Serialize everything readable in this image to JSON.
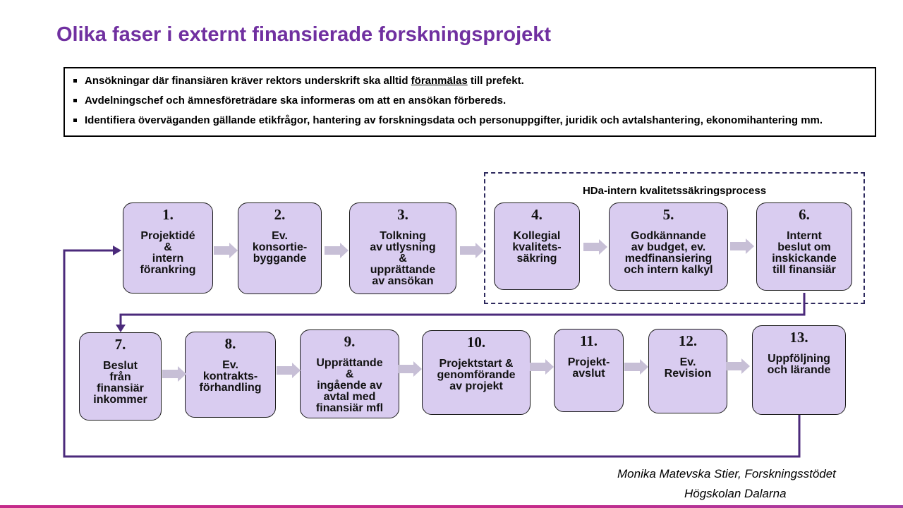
{
  "title": "Olika faser i externt finansierade forskningsprojekt",
  "info": {
    "bullet1_before": "Ansökningar där finansiären kräver rektors underskrift ska alltid ",
    "bullet1_underlined": "föranmälas",
    "bullet1_after": " till prefekt.",
    "bullet2": "Avdelningschef och ämnesföreträdare ska informeras om att en ansökan förbereds.",
    "bullet3": "Identifiera överväganden gällande etikfrågor, hantering av forskningsdata och personuppgifter, juridik och avtalshantering, ekonomihantering mm."
  },
  "group_label": "HDa-intern kvalitetssäkringsprocess",
  "steps": [
    {
      "num": "1.",
      "label": "Projektidé\n&\nintern\nförankring"
    },
    {
      "num": "2.",
      "label": "Ev.\nkonsortie-\nbyggande"
    },
    {
      "num": "3.",
      "label": "Tolkning\nav utlysning\n&\nupprättande\nav ansökan"
    },
    {
      "num": "4.",
      "label": "Kollegial\nkvalitets-\nsäkring"
    },
    {
      "num": "5.",
      "label": "Godkännande\nav budget, ev.\nmedfinansiering\noch intern kalkyl"
    },
    {
      "num": "6.",
      "label": "Internt\nbeslut om\ninskickande\ntill finansiär"
    },
    {
      "num": "7.",
      "label": "Beslut\nfrån\nfinansiär\ninkommer"
    },
    {
      "num": "8.",
      "label": "Ev.\nkontrakts-\nförhandling"
    },
    {
      "num": "9.",
      "label": "Upprättande\n&\ningående av\navtal med\nfinansiär mfl"
    },
    {
      "num": "10.",
      "label": "Projektstart &\ngenomförande\nav projekt"
    },
    {
      "num": "11.",
      "label": "Projekt-\navslut"
    },
    {
      "num": "12.",
      "label": "Ev.\nRevision"
    },
    {
      "num": "13.",
      "label": "Uppföljning\noch lärande"
    }
  ],
  "credit": {
    "line1": "Monika Matevska Stier, Forskningsstödet",
    "line2": "Högskolan Dalarna"
  },
  "colors": {
    "title": "#7030a0",
    "box_fill": "#d9ccf0",
    "connector": "#4b2a7b",
    "step_arrow": "#c7bfd6",
    "accent_line": "#c42a8a"
  }
}
